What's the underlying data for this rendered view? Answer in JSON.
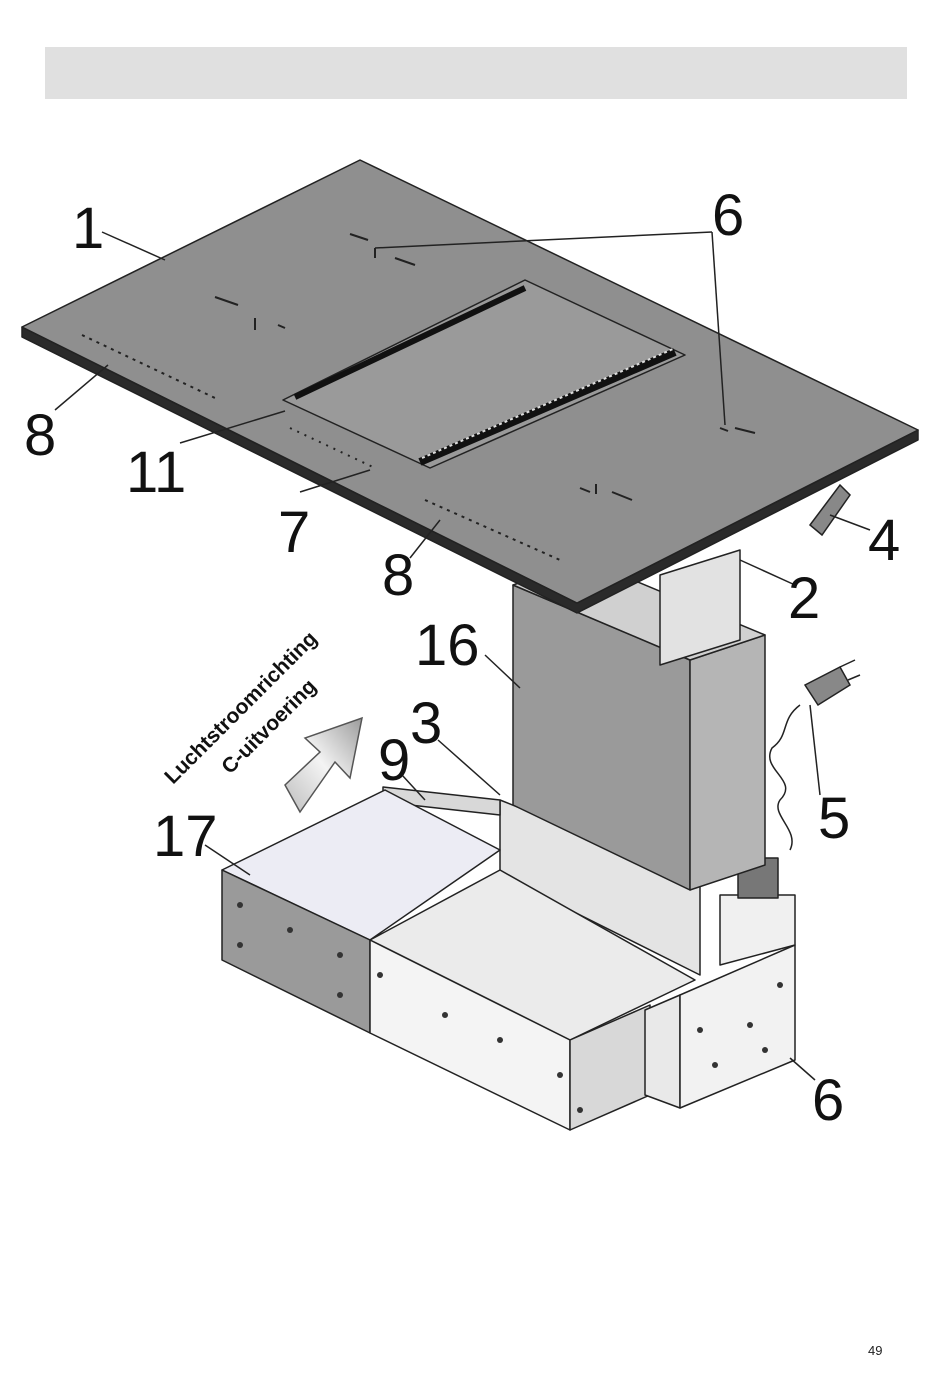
{
  "callouts": {
    "c1": "1",
    "c6_top": "6",
    "c8_left": "8",
    "c11": "11",
    "c7": "7",
    "c8_mid": "8",
    "c4": "4",
    "c2": "2",
    "c16": "16",
    "c3": "3",
    "c9": "9",
    "c5": "5",
    "c17": "17",
    "c6_bottom": "6"
  },
  "airflow": {
    "line1": "Luchtstroomrichting",
    "line2": "C-uitvoering"
  },
  "page_number": "49",
  "colors": {
    "cooktop": "#8f8f8f",
    "duct_gray": "#9a9a9a",
    "duct_light": "#e8e8e8",
    "outline": "#222222"
  }
}
